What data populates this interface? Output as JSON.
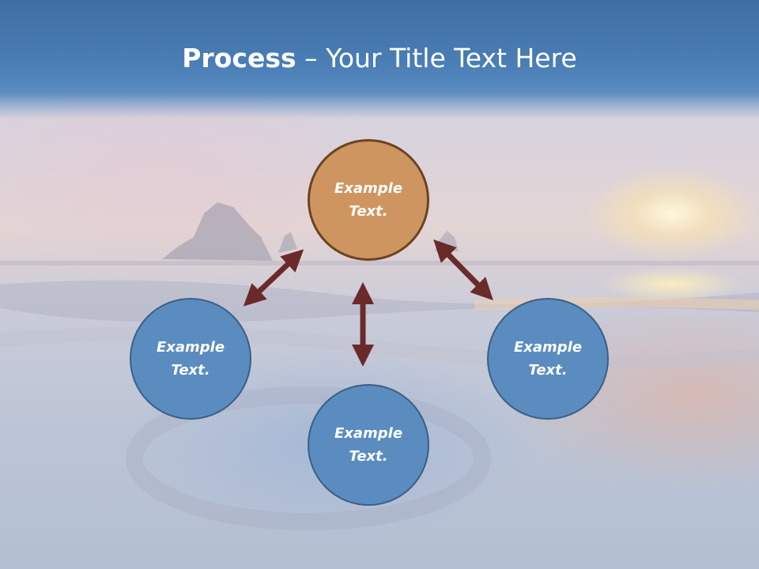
{
  "slide": {
    "title_bold": "Process",
    "title_separator": " – ",
    "title_rest": "Your Title Text Here"
  },
  "nodes": {
    "top": {
      "line1": "Example",
      "line2": "Text.",
      "color": "#cf9560"
    },
    "left": {
      "line1": "Example",
      "line2": "Text.",
      "color": "#5b8cc0"
    },
    "right": {
      "line1": "Example",
      "line2": "Text.",
      "color": "#5b8cc0"
    },
    "bottom": {
      "line1": "Example",
      "line2": "Text.",
      "color": "#5b8cc0"
    }
  },
  "colors": {
    "header": "#4a7eb6",
    "arrow": "#6b2a2a"
  }
}
